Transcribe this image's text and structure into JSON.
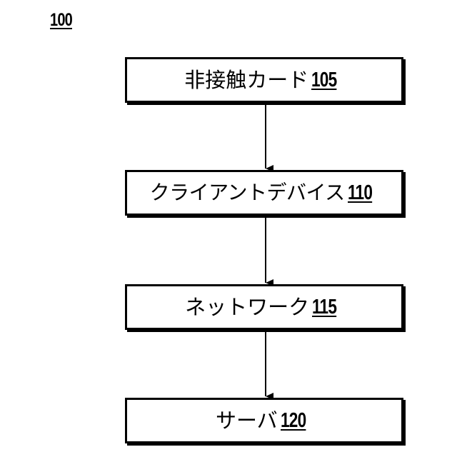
{
  "figure": {
    "label": "100"
  },
  "boxes": [
    {
      "text": "非接触カード",
      "ref": "105"
    },
    {
      "text": "クライアントデバイス",
      "ref": "110"
    },
    {
      "text": "ネットワーク",
      "ref": "115"
    },
    {
      "text": "サーバ",
      "ref": "120"
    }
  ],
  "colors": {
    "line": "#000000",
    "background": "#ffffff"
  }
}
